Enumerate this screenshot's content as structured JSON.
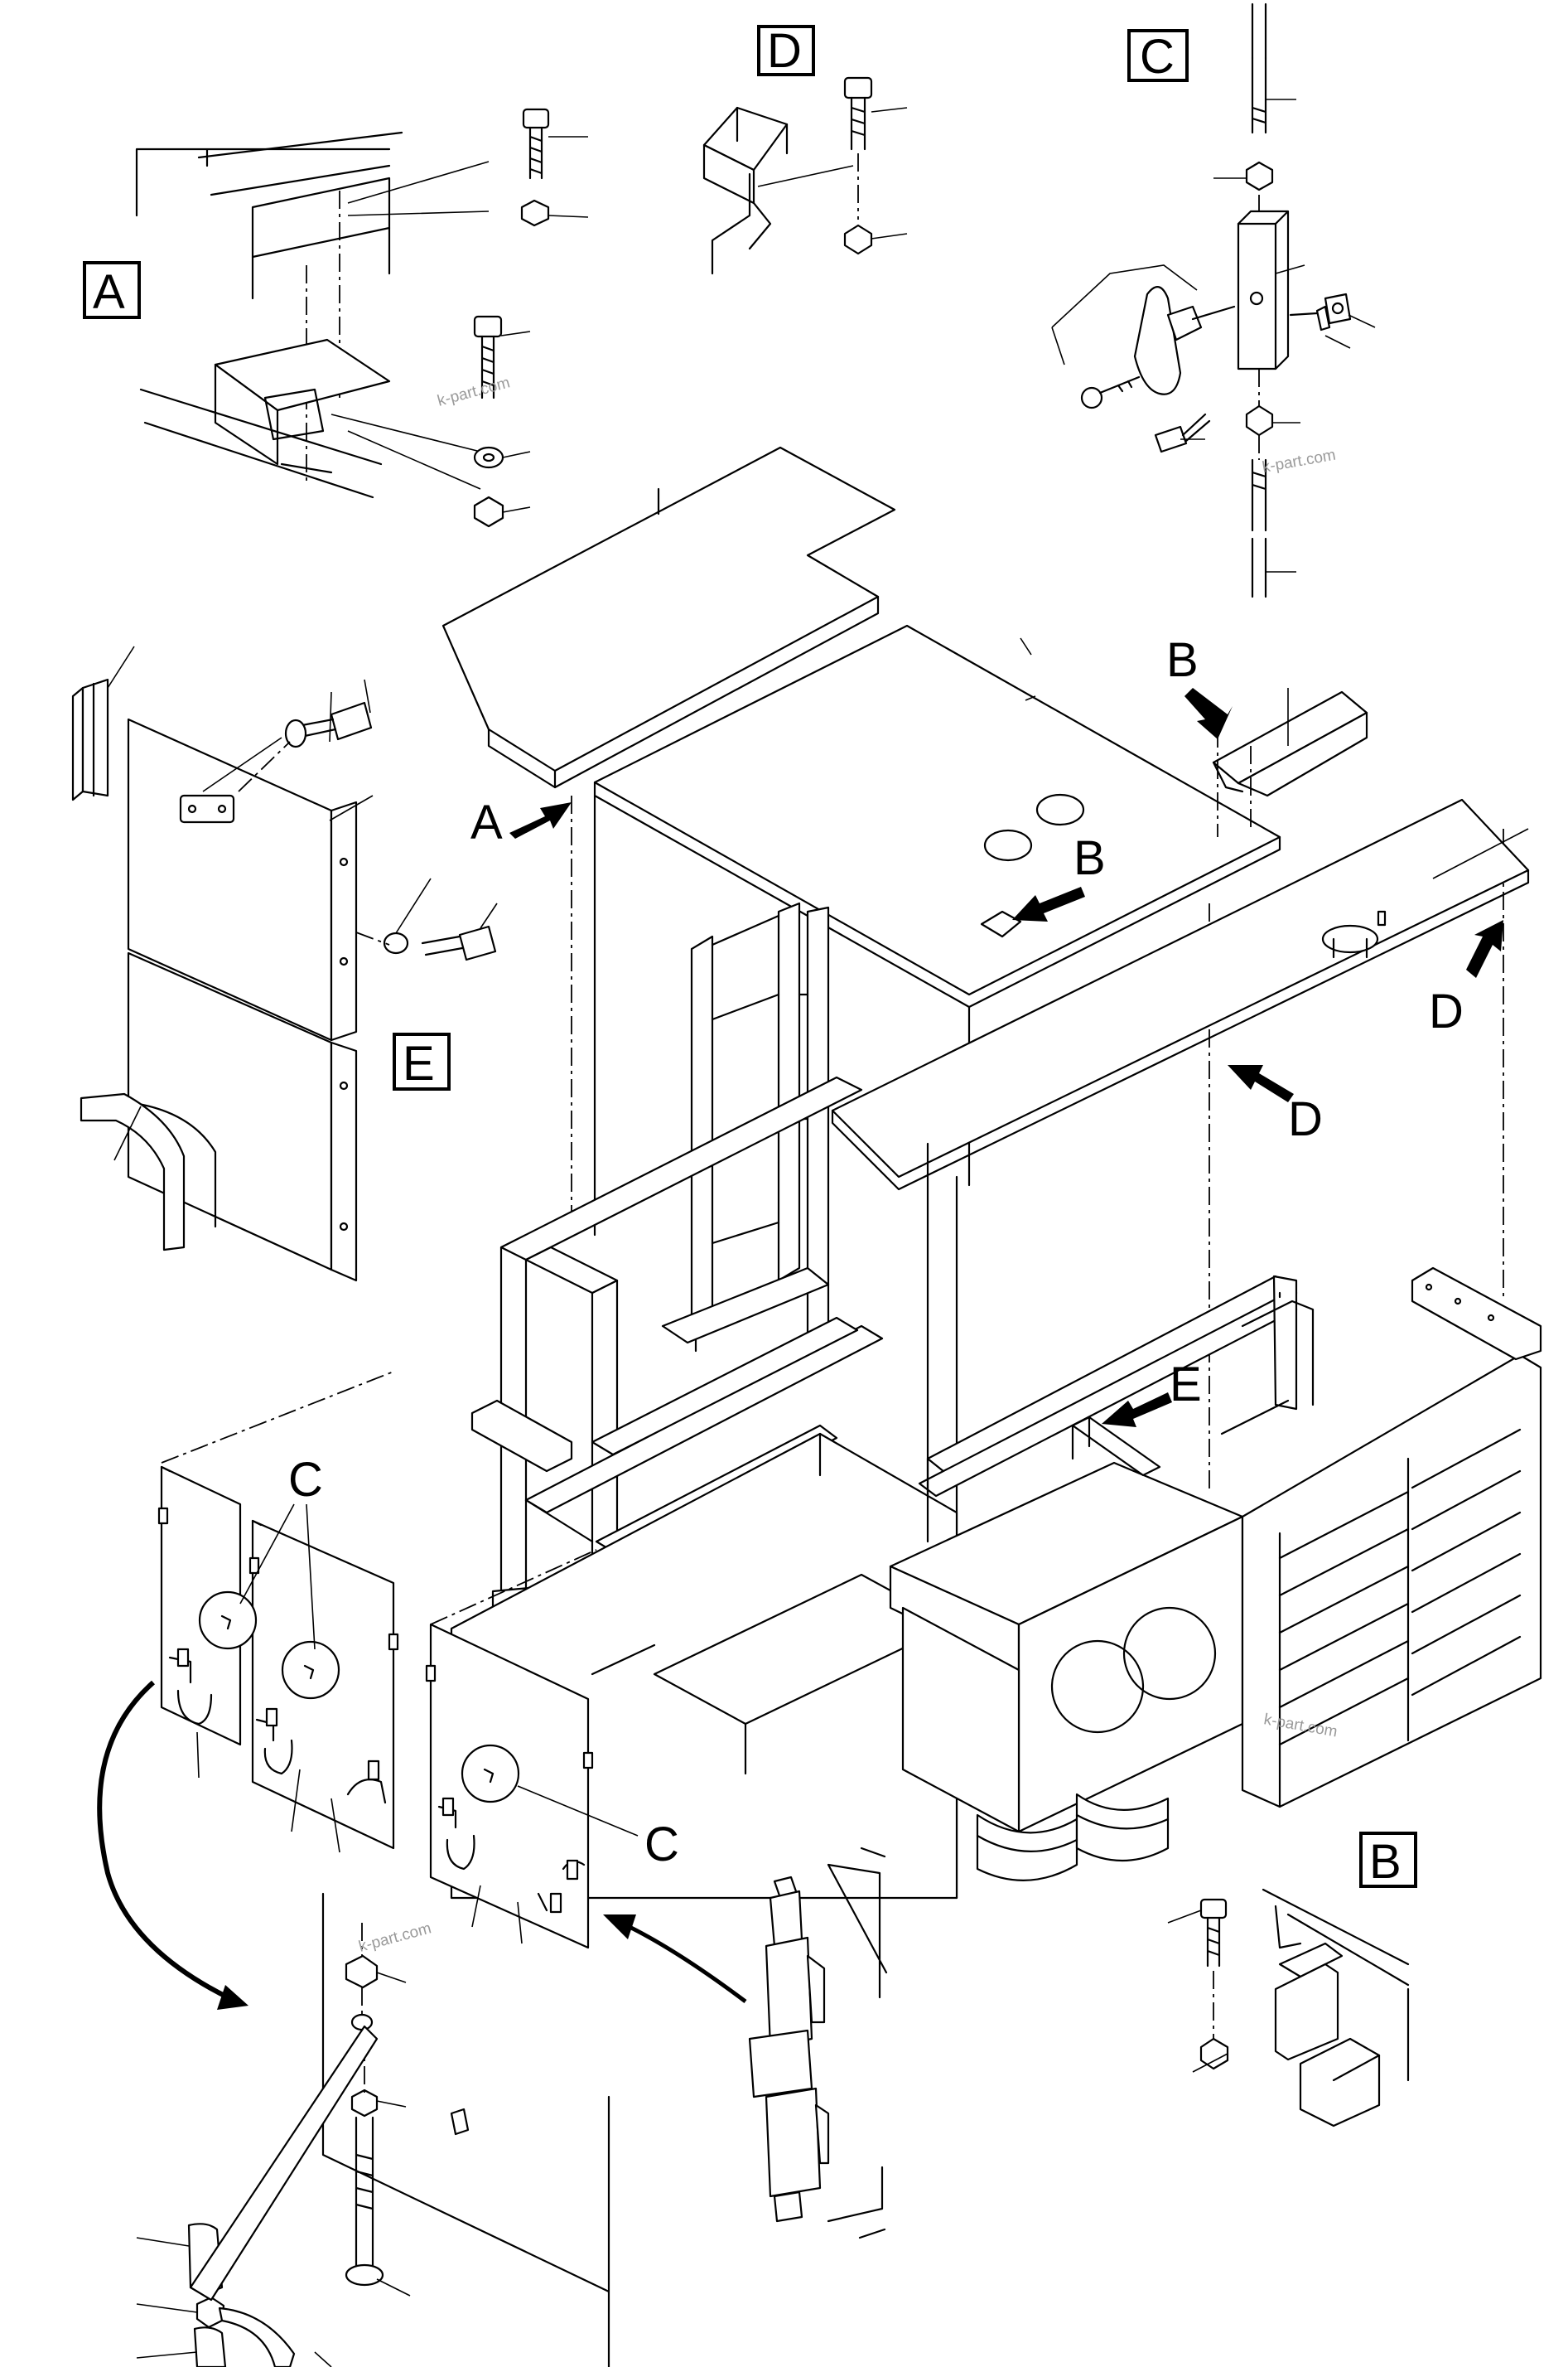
{
  "detail_labels": [
    "A",
    "B",
    "C",
    "D",
    "E"
  ],
  "callouts": {
    "A": "A",
    "B1": "B",
    "B2": "B",
    "C1": "C",
    "C2": "C",
    "D1": "D",
    "D2": "D",
    "E": "E"
  },
  "watermarks": [
    "k-part.com",
    "k-part.com",
    "k-part.com",
    "k-part.com"
  ]
}
